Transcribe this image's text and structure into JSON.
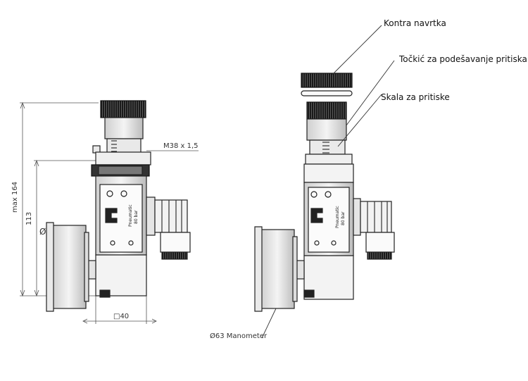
{
  "callouts": {
    "lock_nut": "Kontra navrtka",
    "adjust_wheel": "Točkić za podešavanje pritiska",
    "pressure_scale": "Skala za pritiske",
    "manometer": "Ø63 Manometer"
  },
  "dimensions": {
    "thread": "M38 x 1,5",
    "max_height": "max 164",
    "height_113": "113",
    "diameter_symbol": "Ø",
    "width_40": "□40"
  },
  "body_markings": {
    "model_line_1": "Pneumatic",
    "model_line_2": "80 bar"
  }
}
